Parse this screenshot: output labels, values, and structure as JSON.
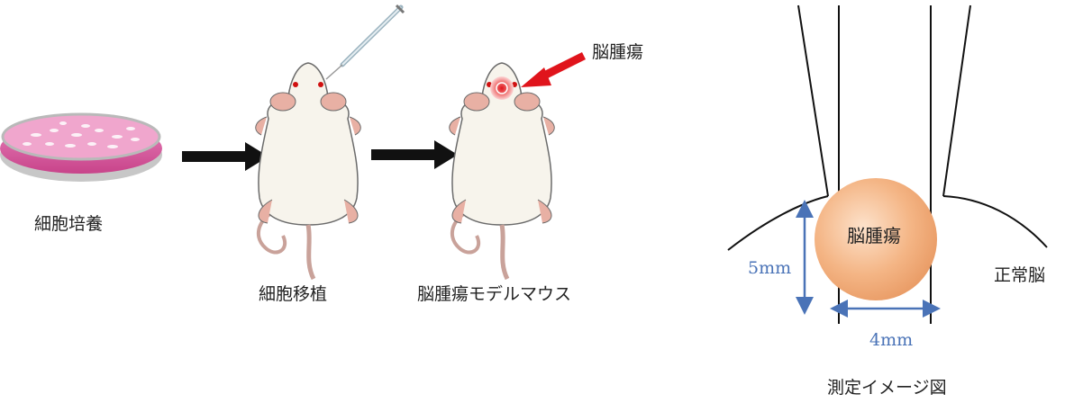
{
  "labels": {
    "cell_culture": "細胞培養",
    "cell_transplant": "細胞移植",
    "tumor_model": "脳腫瘍モデルマウス",
    "tumor_callout": "脳腫瘍",
    "tumor_center": "脳腫瘍",
    "normal_brain": "正常脳",
    "height_dim": "5mm",
    "width_dim": "4mm",
    "measure_caption": "測定イメージ図"
  },
  "colors": {
    "dish_media": "#d9579b",
    "arrow_black": "#111111",
    "arrow_red": "#e0141c",
    "tumor_fill": "#f3b27f",
    "dimension_blue": "#4a73b7",
    "mouse_body": "#f7f4ec",
    "mouse_ear": "#e8b0a4"
  },
  "icons": [
    "petri-dish-icon",
    "mouse-icon",
    "syringe-icon",
    "arrow-icon",
    "tumor-spot-icon"
  ]
}
